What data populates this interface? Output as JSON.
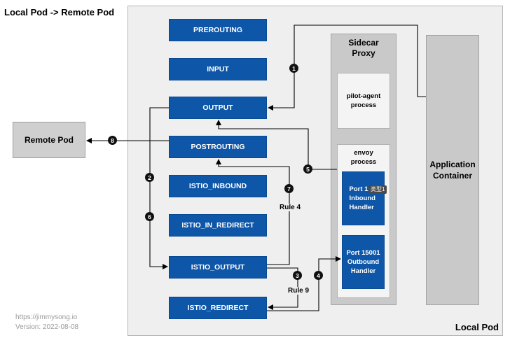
{
  "title": "Local Pod -> Remote Pod",
  "local_pod_label": "Local Pod",
  "remote_pod_label": "Remote Pod",
  "chains": {
    "prerouting": "PREROUTING",
    "input": "INPUT",
    "output": "OUTPUT",
    "postrouting": "POSTROUTING",
    "istio_inbound": "ISTIO_INBOUND",
    "istio_in_redirect": "ISTIO_IN_REDIRECT",
    "istio_output": "ISTIO_OUTPUT",
    "istio_redirect": "ISTIO_REDIRECT"
  },
  "sidecar": {
    "label": "Sidecar Proxy",
    "pilot_agent": "pilot-agent process",
    "envoy": "envoy process",
    "inbound_handler": "Port 15 Inbound Handler",
    "inbound_badge": "类型1",
    "outbound_handler": "Port 15001 Outbound Handler"
  },
  "app_container": "Application Container",
  "rules": {
    "rule4": "Rule 4",
    "rule9": "Rule 9"
  },
  "steps": [
    "1",
    "2",
    "3",
    "4",
    "5",
    "6",
    "7",
    "8"
  ],
  "footer": {
    "url": "https://jimmysong.io",
    "version": "Version: 2022-08-08"
  },
  "colors": {
    "chain_blue": "#0d56a8",
    "pod_background": "#efefef",
    "container_gray": "#c9c9c9",
    "step_marker": "#111111"
  }
}
